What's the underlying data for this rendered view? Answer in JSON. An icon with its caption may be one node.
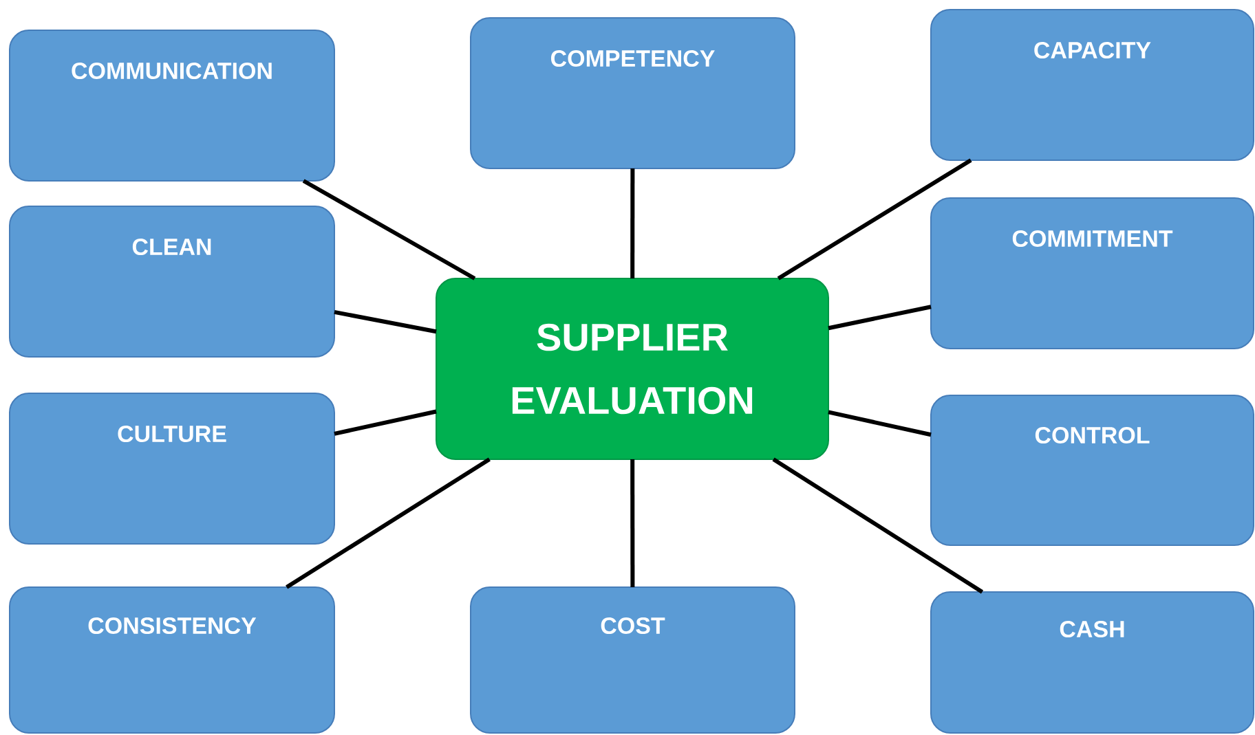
{
  "diagram": {
    "nodes": [
      {
        "text": [
          "COMMUNICATION"
        ]
      },
      {
        "text": [
          "COMPETENCY"
        ]
      },
      {
        "text": [
          "CAPACITY"
        ]
      },
      {
        "text": [
          "CLEAN"
        ]
      },
      {
        "text": [
          "COMMITMENT"
        ]
      },
      {
        "text": [
          "SUPPLIER EVALUATION"
        ]
      },
      {
        "text": [
          "CULTURE"
        ]
      },
      {
        "text": [
          "CONTROL"
        ]
      },
      {
        "text": [
          "CONSISTENCY"
        ]
      },
      {
        "text": [
          "COST"
        ]
      },
      {
        "text": [
          "CASH"
        ]
      }
    ],
    "edges": [
      {
        "from": 5,
        "to": 0,
        "arrow": "none"
      },
      {
        "from": 5,
        "to": 1,
        "arrow": "none"
      },
      {
        "from": 5,
        "to": 2,
        "arrow": "none"
      },
      {
        "from": 5,
        "to": 3,
        "arrow": "none"
      },
      {
        "from": 5,
        "to": 4,
        "arrow": "none"
      },
      {
        "from": 5,
        "to": 6,
        "arrow": "none"
      },
      {
        "from": 5,
        "to": 7,
        "arrow": "none"
      },
      {
        "from": 5,
        "to": 8,
        "arrow": "none"
      },
      {
        "from": 5,
        "to": 9,
        "arrow": "none"
      },
      {
        "from": 5,
        "to": 10,
        "arrow": "none"
      }
    ]
  }
}
